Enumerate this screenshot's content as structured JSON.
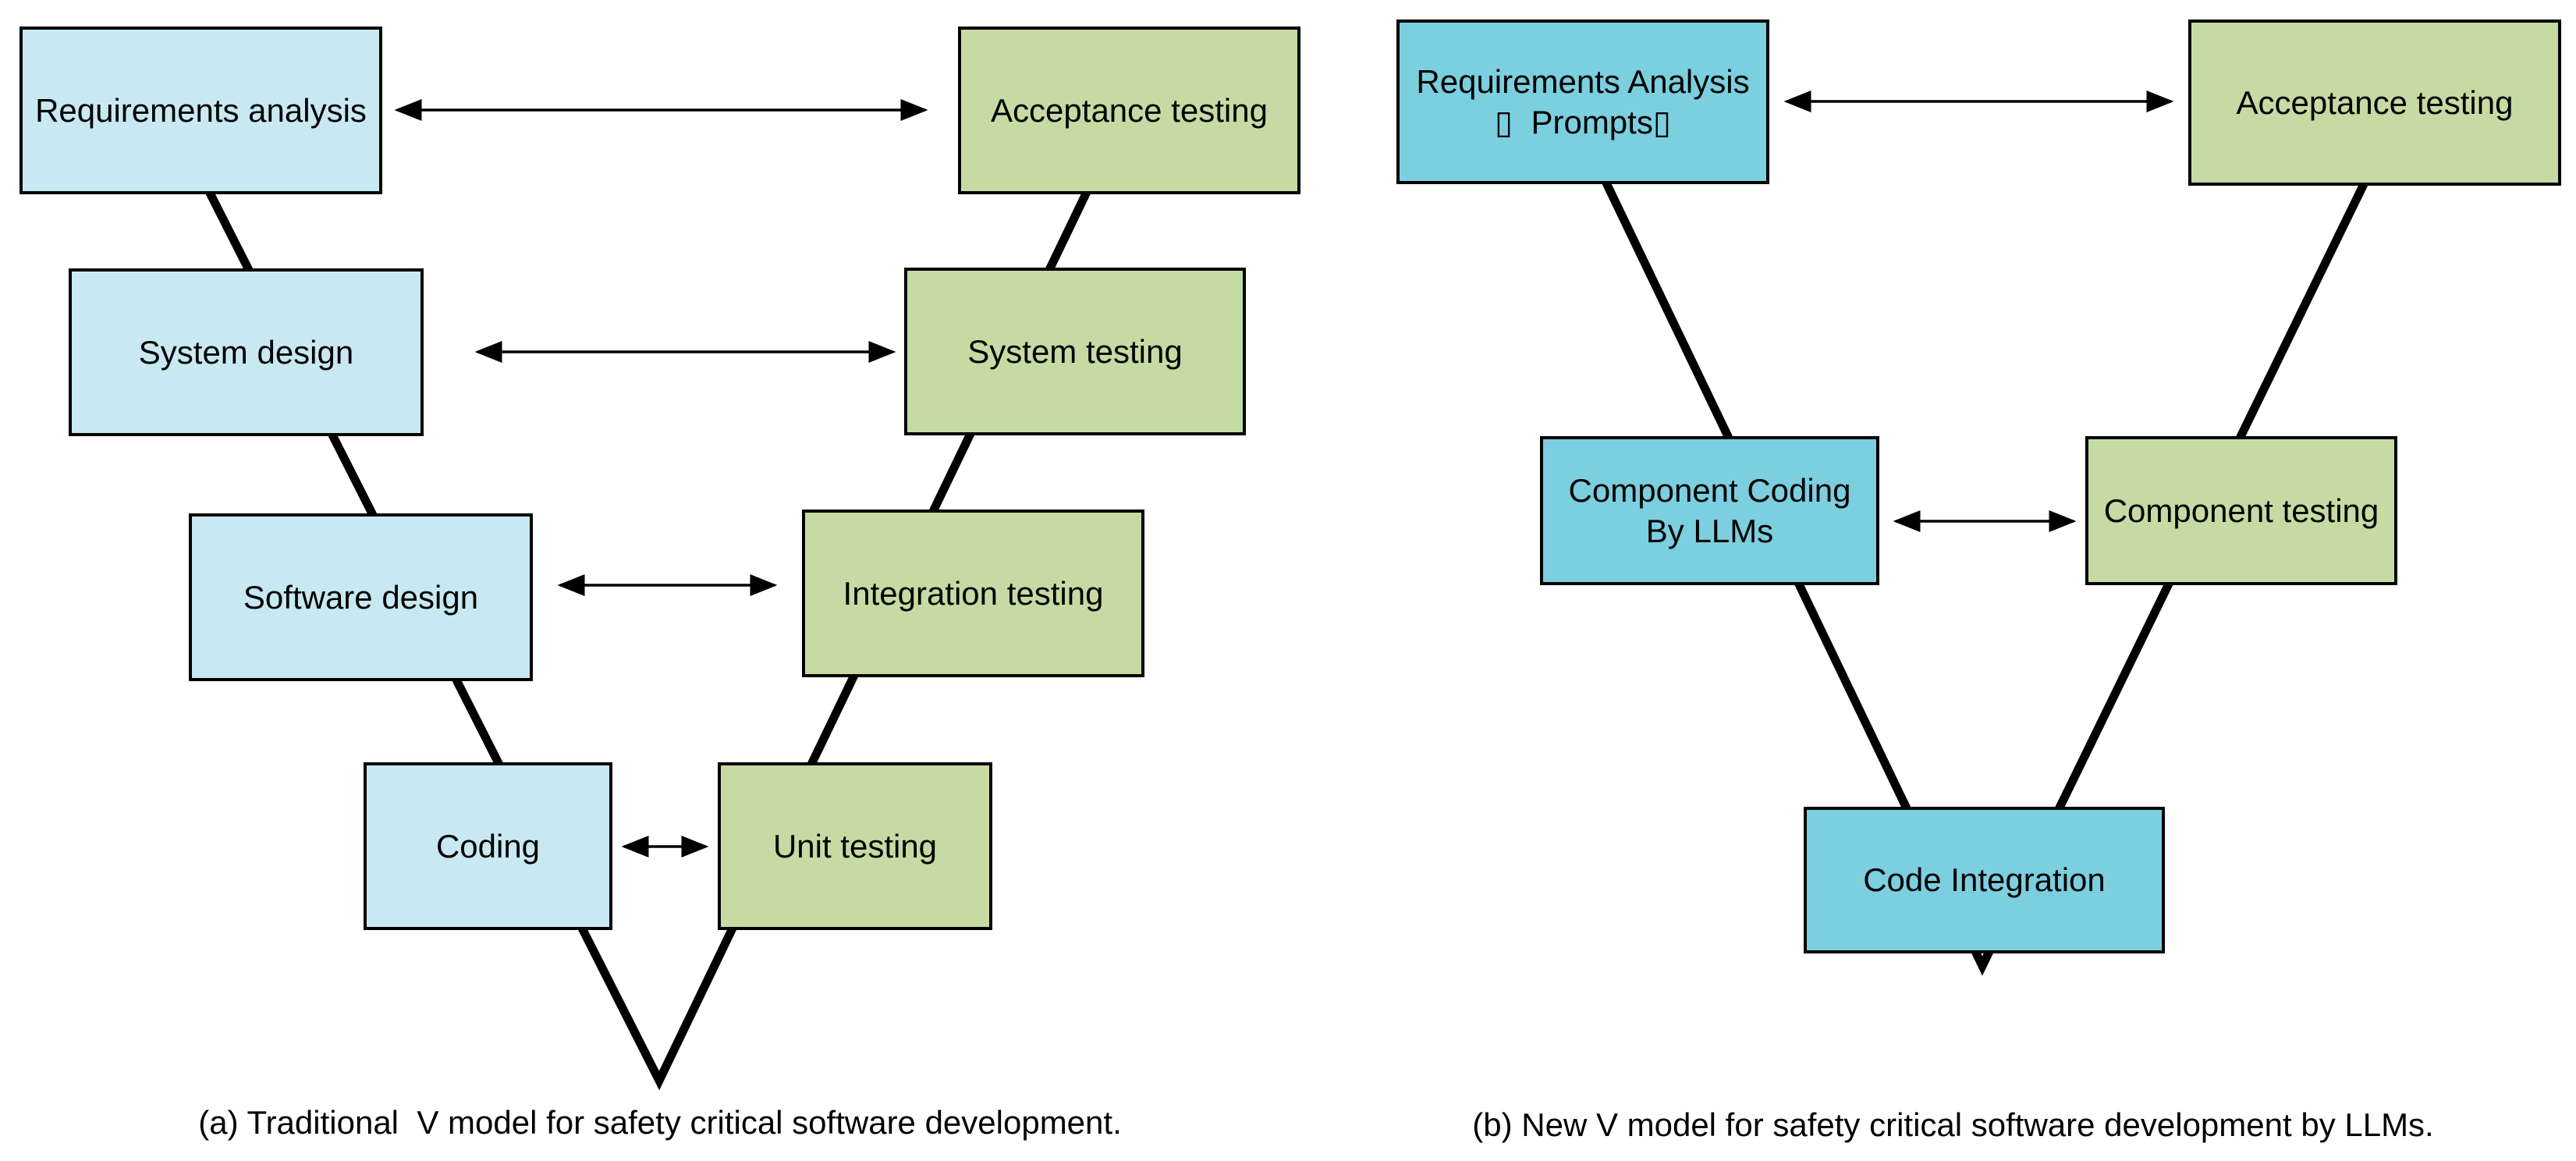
{
  "diagram_a": {
    "caption": "(a) Traditional  V model for safety critical software development.",
    "boxes": {
      "requirements_analysis": "Requirements analysis",
      "acceptance_testing": "Acceptance testing",
      "system_design": "System design",
      "system_testing": "System testing",
      "software_design": "Software design",
      "integration_testing": "Integration testing",
      "coding": "Coding",
      "unit_testing": "Unit testing"
    }
  },
  "diagram_b": {
    "caption": "(b) New V model for safety critical software development by LLMs.",
    "boxes": {
      "requirements_analysis_prompts": "Requirements Analysis\n▯  Prompts▯",
      "acceptance_testing": "Acceptance testing",
      "component_coding_by_llms": "Component Coding\nBy LLMs",
      "component_testing": "Component testing",
      "code_integration": "Code Integration"
    }
  },
  "colors": {
    "left_stage_fill": "#C9E9F2",
    "testing_stage_fill": "#C5DBA3",
    "llm_stage_fill": "#7BCFDF",
    "outline_and_lines": "#000000",
    "background": "#FFFFFF"
  }
}
